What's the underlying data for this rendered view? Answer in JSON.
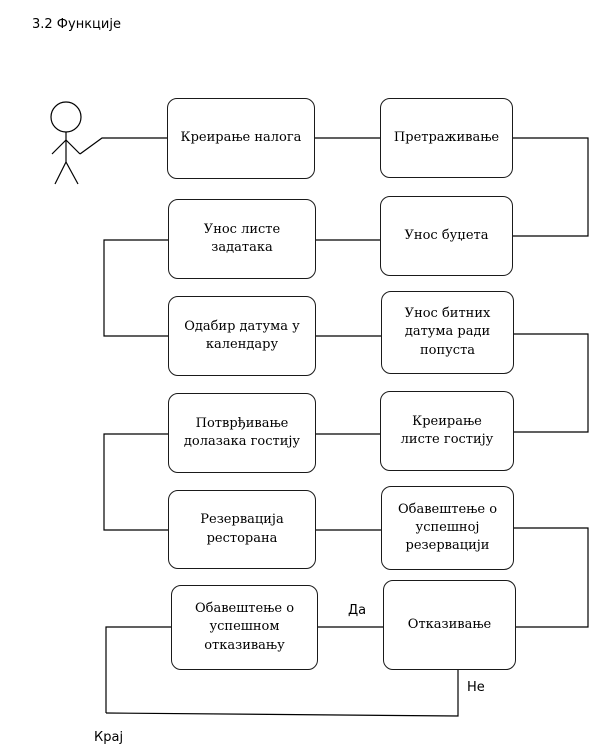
{
  "heading": "3.2 Функције",
  "nodes": {
    "n1": "Креирање налога",
    "n2": "Претраживање",
    "n3": "Унос буџета",
    "n4": "Унос листе\nзадатака",
    "n5": "Одабир датума у\nкалендару",
    "n6": "Унос битних\nдатума ради\nпопуста",
    "n7": "Креирање\nлисте гостију",
    "n8": "Потврђивање\nдолазака гостију",
    "n9": "Резервација\nресторана",
    "n10": "Обавештење о\nуспешној\nрезервацији",
    "n11": "Отказивање",
    "n12": "Обавештење о\nуспешном\nотказивању"
  },
  "labels": {
    "yes": "Да",
    "no": "Не",
    "end": "Крај"
  }
}
